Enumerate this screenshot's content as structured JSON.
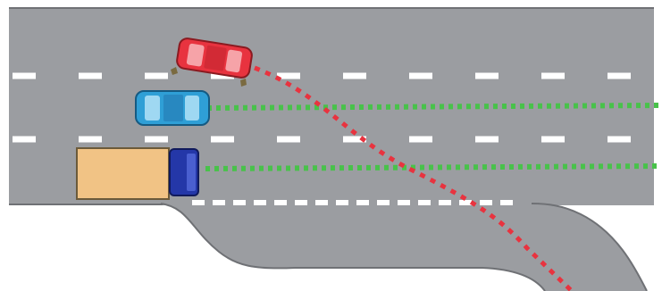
{
  "colors": {
    "background": "#ffffff",
    "asphalt": "#9b9da1",
    "asphalt_edge": "#6f7175",
    "lane_marking": "#ffffff",
    "path_maneuvering_car": "#e8333f",
    "path_other_vehicles": "#48c24a",
    "red_car": "#e8333f",
    "blue_car": "#2f9fd6",
    "truck_cargo": "#f1c385",
    "truck_cab": "#2437a8"
  },
  "vehicles": [
    {
      "type": "car",
      "color": "red",
      "state": "changing lanes toward exit ramp"
    },
    {
      "type": "car",
      "color": "blue",
      "state": "going straight"
    },
    {
      "type": "truck",
      "color": "orange-blue",
      "state": "going straight"
    }
  ]
}
